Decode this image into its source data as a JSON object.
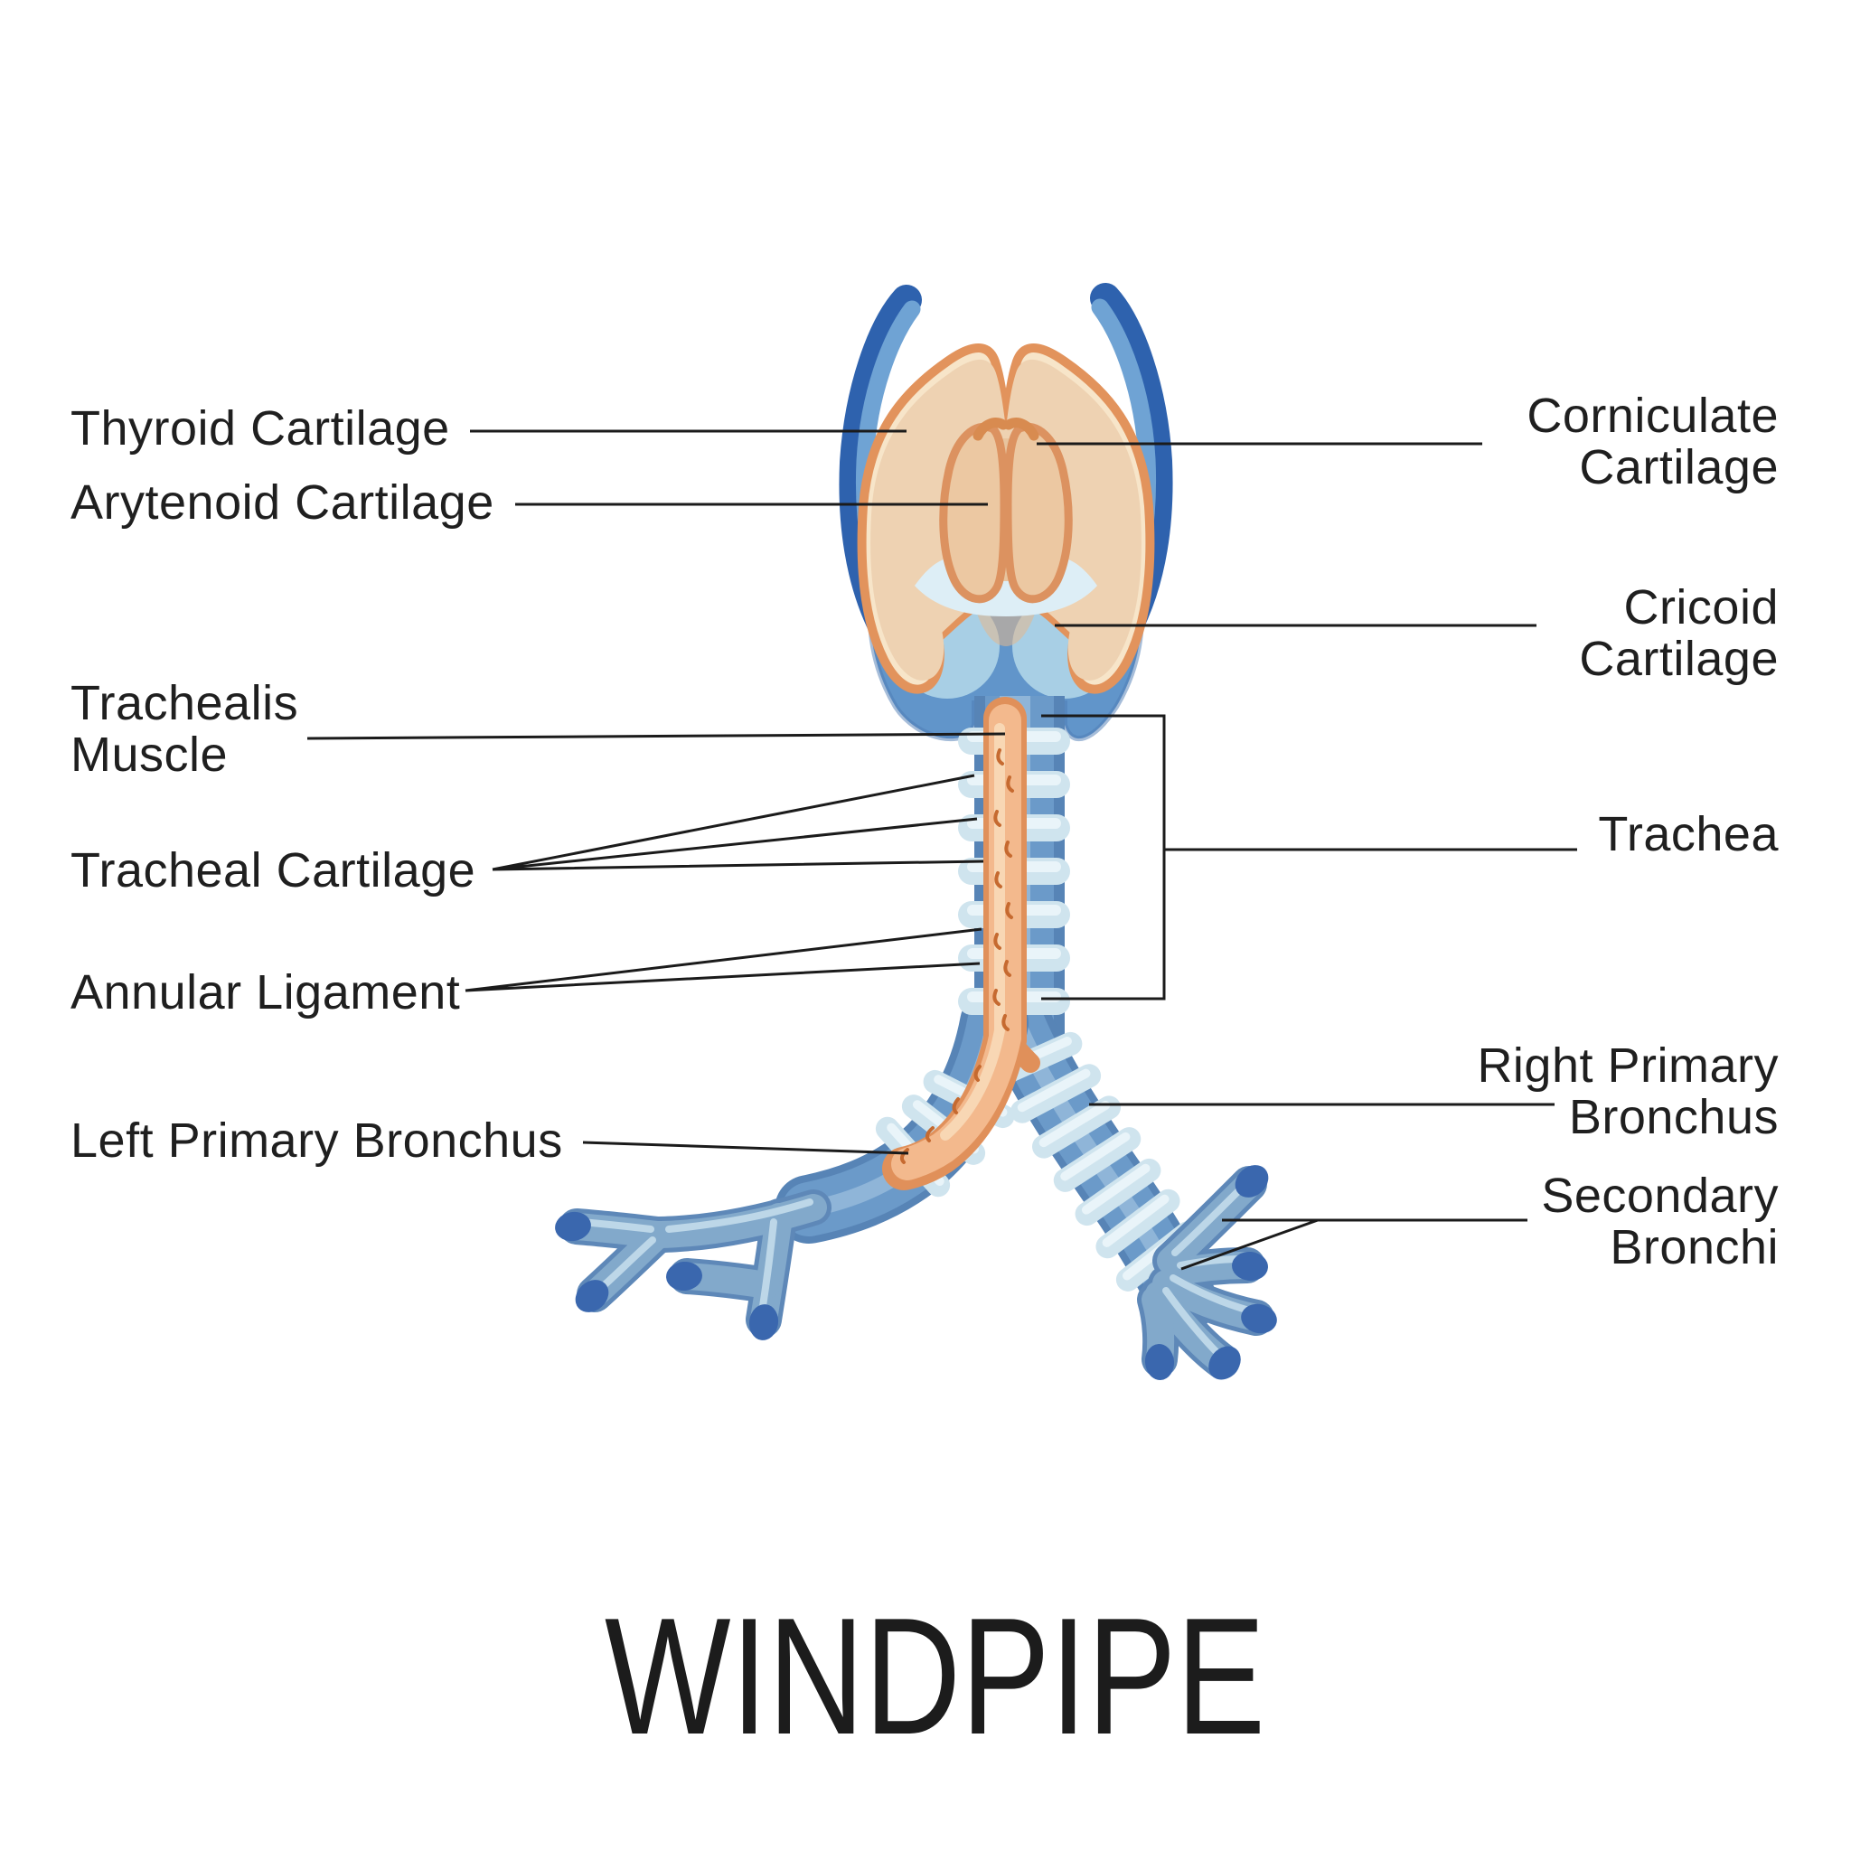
{
  "title": "WINDPIPE",
  "labels": {
    "thyroid_cartilage": [
      "Thyroid Cartilage"
    ],
    "arytenoid_cartilage": [
      "Arytenoid Cartilage"
    ],
    "trachealis_muscle": [
      "Trachealis",
      "Muscle"
    ],
    "tracheal_cartilage": [
      "Tracheal Cartilage"
    ],
    "annular_ligament": [
      "Annular Ligament"
    ],
    "left_primary_bronchus": [
      "Left Primary Bronchus"
    ],
    "corniculate_cartilage": [
      "Corniculate",
      "Cartilage"
    ],
    "cricoid_cartilage": [
      "Cricoid",
      "Cartilage"
    ],
    "trachea": [
      "Trachea"
    ],
    "right_primary_bronchus": [
      "Right Primary",
      "Bronchus"
    ],
    "secondary_bronchi": [
      "Secondary",
      "Bronchi"
    ]
  },
  "colors": {
    "background": "#ffffff",
    "text": "#1f1f1f",
    "leader_line": "#1b1b1b",
    "horn_outline_blue": "#2e62ae",
    "horn_fill_blue": "#6fa3d4",
    "cricoid_blue": "#6195ca",
    "cricoid_lobe_light_blue": "#a8cfe5",
    "pale_blue_band": "#ddeef6",
    "tube_blue": "#6b9ac9",
    "tube_edge_blue": "#5784b6",
    "cartilage_ring": "#cfe4ee",
    "ring_highlight": "#e9f4f9",
    "thyroid_tan": "#eed2b2",
    "thyroid_rim_cream": "#f7e5c9",
    "cartilage_outline_orange": "#e2935c",
    "trachealis_orange": "#f3b98d",
    "trachealis_outline": "#e0905a",
    "trachealis_highlight": "#f8d7b4",
    "muscle_mark_orange": "#c66a30",
    "secondary_bronchus_blue": "#82a9cb",
    "bronchus_end_cap_blue": "#3a67ae"
  }
}
